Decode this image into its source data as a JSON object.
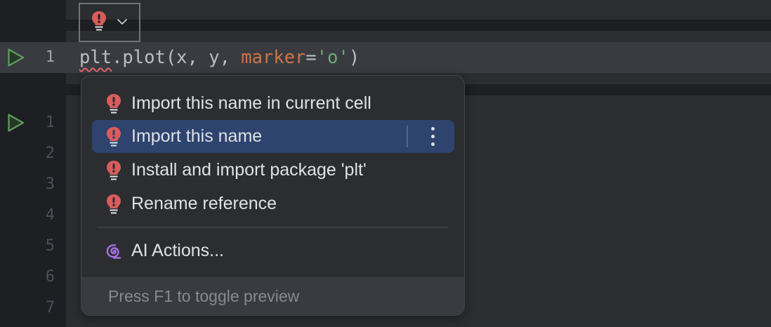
{
  "editor": {
    "cell1": {
      "line_numbers": [
        "1"
      ],
      "code": {
        "unresolved": "plt",
        "rest_before_kw": ".plot(x, y, ",
        "kwarg": "marker",
        "equals": "=",
        "string": "'o'",
        "close": ")"
      }
    },
    "cell2": {
      "line_numbers": [
        "1",
        "2",
        "3",
        "4",
        "5",
        "6",
        "7"
      ]
    },
    "colors": {
      "error_bulb": "#db5c5c",
      "run_icon": "#5f9d5f",
      "selection": "#2e436e",
      "ai_icon": "#a571e6"
    }
  },
  "intent_toolbar": {
    "icon": "error-bulb-icon",
    "dropdown_icon": "chevron-down-icon"
  },
  "popup": {
    "items": [
      {
        "label": "Import this name in current cell",
        "icon": "error-bulb-icon",
        "selected": false
      },
      {
        "label": "Import this name",
        "icon": "error-bulb-icon",
        "selected": true,
        "has_more": true
      },
      {
        "label": "Install and import package 'plt'",
        "icon": "error-bulb-icon",
        "selected": false
      },
      {
        "label": "Rename reference",
        "icon": "error-bulb-icon",
        "selected": false
      }
    ],
    "ai_item": {
      "label": "AI Actions...",
      "icon": "ai-spiral-icon"
    },
    "footer": "Press F1 to toggle preview"
  }
}
